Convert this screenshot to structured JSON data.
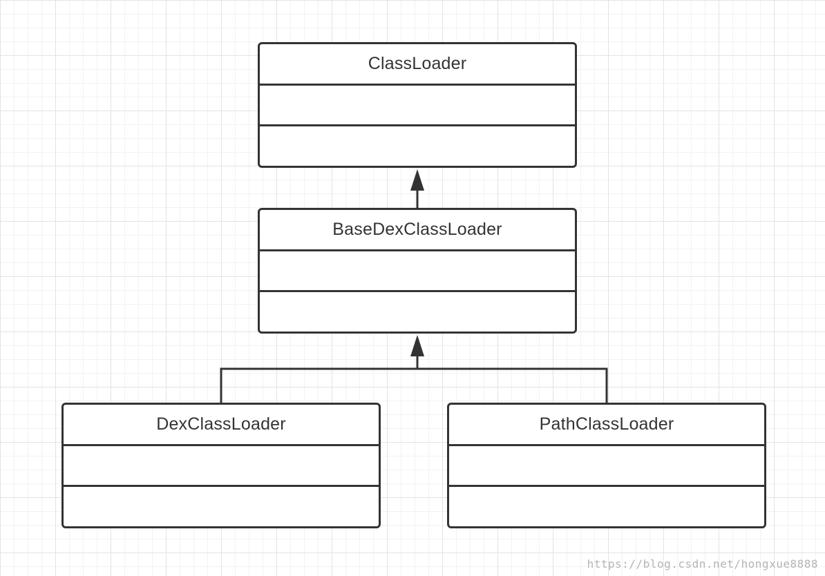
{
  "diagram": {
    "classes": [
      {
        "id": "ClassLoader",
        "name": "ClassLoader",
        "attributes": "",
        "methods": ""
      },
      {
        "id": "BaseDexClassLoader",
        "name": "BaseDexClassLoader",
        "attributes": "",
        "methods": ""
      },
      {
        "id": "DexClassLoader",
        "name": "DexClassLoader",
        "attributes": "",
        "methods": ""
      },
      {
        "id": "PathClassLoader",
        "name": "PathClassLoader",
        "attributes": "",
        "methods": ""
      }
    ],
    "relations": [
      {
        "type": "generalization",
        "from": "BaseDexClassLoader",
        "to": "ClassLoader"
      },
      {
        "type": "generalization",
        "from": "DexClassLoader",
        "to": "BaseDexClassLoader"
      },
      {
        "type": "generalization",
        "from": "PathClassLoader",
        "to": "BaseDexClassLoader"
      }
    ],
    "colors": {
      "stroke": "#333333",
      "background": "#ffffff",
      "grid": "#e3e3e3",
      "watermark": "#b4b4b4"
    }
  },
  "watermark": "https://blog.csdn.net/hongxue8888"
}
